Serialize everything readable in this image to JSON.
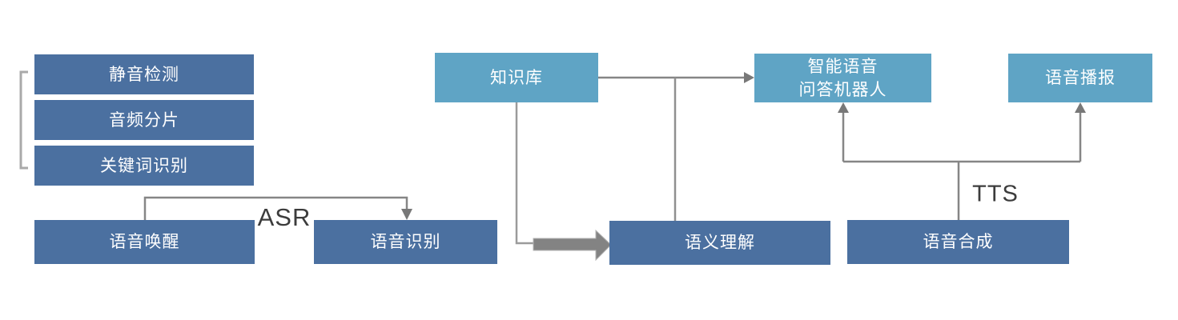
{
  "diagram": {
    "type": "flowchart",
    "colors": {
      "primary_box": "#4b70a0",
      "secondary_box": "#5fa4c5",
      "connector_gray": "#868686",
      "bracket_gray": "#a9a9a9",
      "thick_arrow_gray": "#838383",
      "box_text": "#ffffff",
      "edge_label_text": "#3c3c3c",
      "background": "#ffffff"
    },
    "nodes": {
      "silence_detection": {
        "label": "静音检测"
      },
      "audio_segmentation": {
        "label": "音频分片"
      },
      "keyword_recognition": {
        "label": "关键词识别"
      },
      "voice_wakeup": {
        "label": "语音唤醒"
      },
      "speech_recognition": {
        "label": "语音识别"
      },
      "knowledge_base": {
        "label": "知识库"
      },
      "semantic_understanding": {
        "label": "语义理解"
      },
      "qa_robot": {
        "label": "智能语音\n问答机器人"
      },
      "voice_broadcast": {
        "label": "语音播报"
      },
      "speech_synthesis": {
        "label": "语音合成"
      }
    },
    "edge_labels": {
      "asr": "ASR",
      "tts": "TTS"
    }
  }
}
